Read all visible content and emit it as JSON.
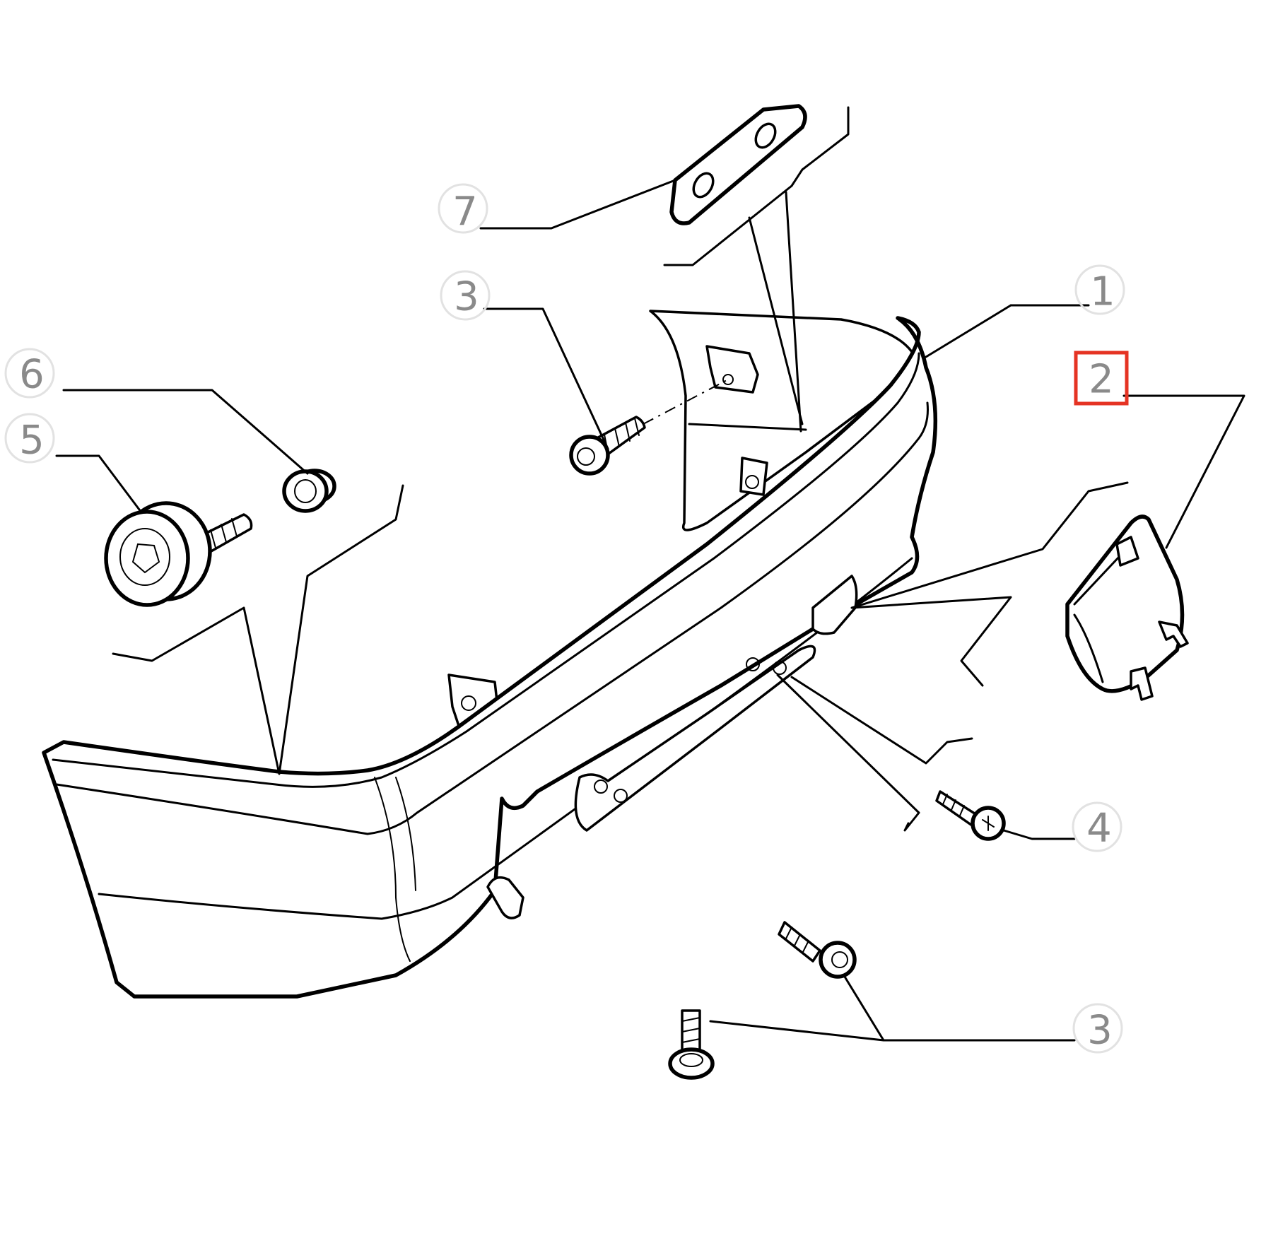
{
  "diagram": {
    "callouts": {
      "c1": "1",
      "c2": "2",
      "c3a": "3",
      "c3b": "3",
      "c4": "4",
      "c5": "5",
      "c6": "6",
      "c7": "7"
    },
    "highlighted_callout": "2",
    "highlight_color": "#e53323",
    "label_color": "#8a8a8a",
    "parts": [
      "bumper",
      "end-cap-cover",
      "bolt",
      "self-tapping-screw",
      "bumper-buffer",
      "spacer-bush",
      "mounting-bracket"
    ]
  }
}
